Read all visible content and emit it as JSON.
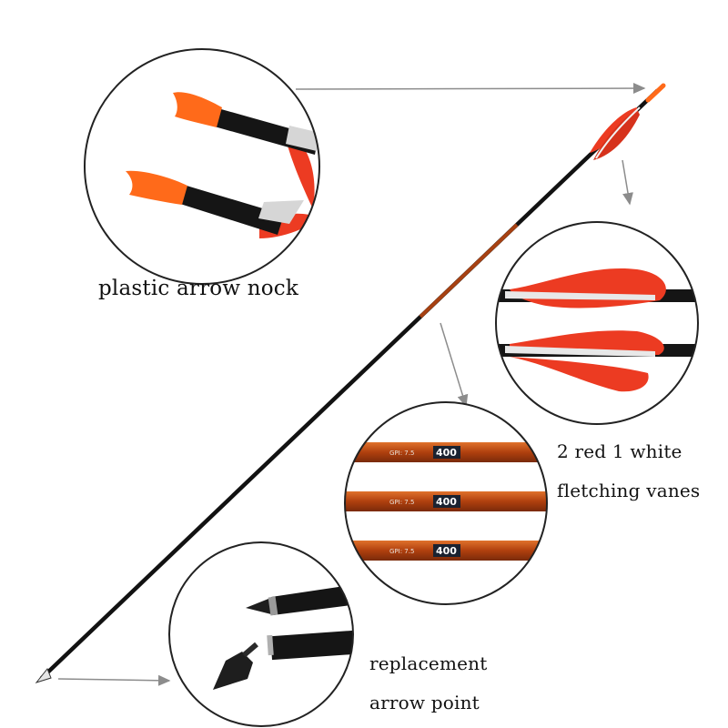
{
  "captions": {
    "nock": "plastic arrow nock",
    "vanes_line1": "2 red 1 white",
    "vanes_line2": "fletching vanes",
    "point_line1": "replacement",
    "point_line2": "arrow point"
  },
  "spine_labels": {
    "gpi": "GPI: 7.5",
    "spine": "400"
  },
  "colors": {
    "shaft": "#121212",
    "nock_orange": "#ff6a1a",
    "vane_red": "#ec3b22",
    "shaft_orange": "#c24a12",
    "arrow_gray": "#8c8c8c",
    "circle_border": "#222222"
  }
}
